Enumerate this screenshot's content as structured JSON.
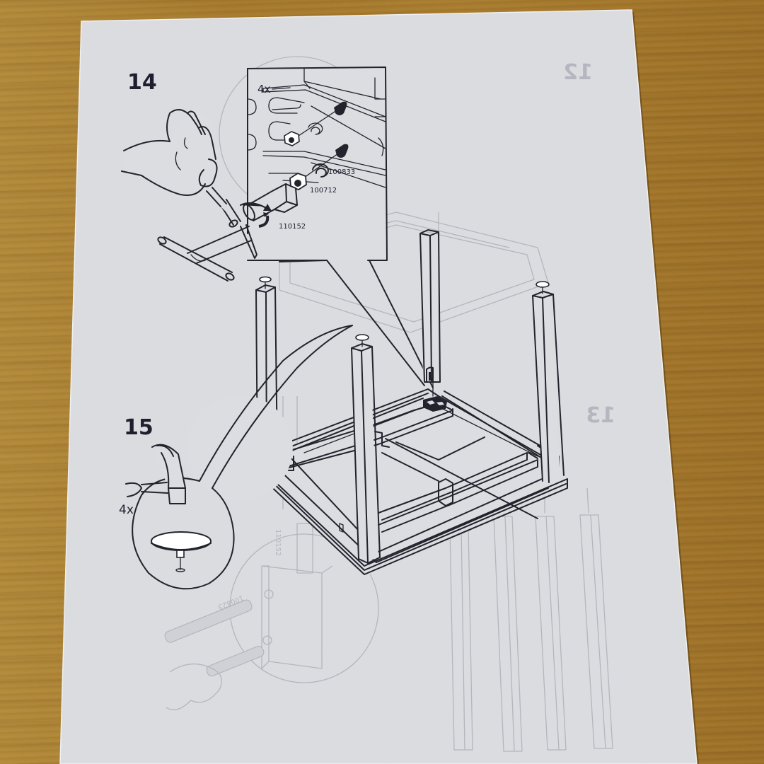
{
  "document": {
    "type": "furniture assembly instructions page",
    "background": "wooden table surface",
    "paper_color": "#dcdde1",
    "ink_color": "#22232c",
    "ghost_color": "#b3b6bd"
  },
  "steps": [
    {
      "number": "14",
      "multiplier": "4x",
      "parts": [
        {
          "id": "100833",
          "name": "split lock washer"
        },
        {
          "id": "100712",
          "name": "hex nut"
        },
        {
          "id": "110152",
          "name": "socket tool"
        }
      ],
      "tools": [
        "screwdriver",
        "hex socket wrench"
      ]
    },
    {
      "number": "15",
      "multiplier": "4x",
      "parts": [],
      "tools": [
        "hammer",
        "glide foot nail"
      ]
    }
  ],
  "bleed_through": {
    "step_numbers": [
      "12",
      "13"
    ],
    "parts": [
      "100823",
      "110152"
    ]
  }
}
